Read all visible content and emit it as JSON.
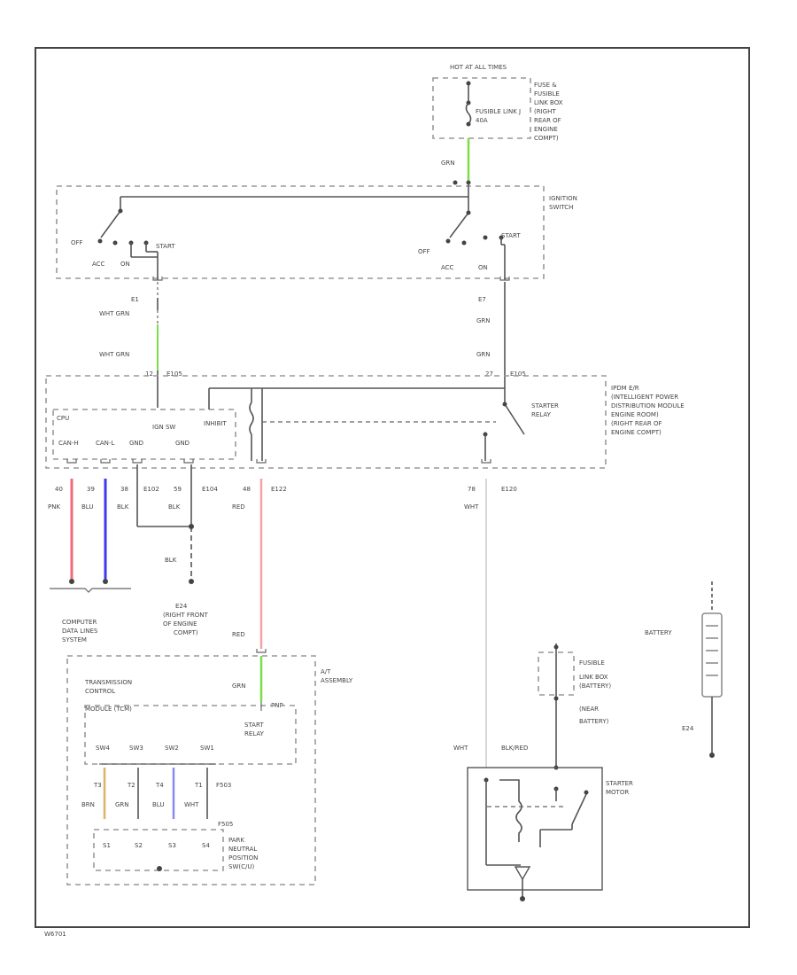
{
  "colors": {
    "grn": "#7ddc4a",
    "pnk": "#f26a7a",
    "blu": "#3a3af0",
    "red": "#f7a0a8",
    "brn": "#d9b46a",
    "blu2": "#8a8af0",
    "wht": "#d8d8d8",
    "line": "#555555"
  },
  "fuse_box": {
    "hot_at_all_times": "HOT AT ALL TIMES",
    "fusible_link": "FUSIBLE LINK J",
    "amp": "40A",
    "desc": [
      "FUSE &",
      "FUSIBLE",
      "LINK BOX",
      "(RIGHT",
      "REAR OF",
      "ENGINE",
      "COMPT)"
    ]
  },
  "wire_grn_top": "GRN",
  "ignition": {
    "title": [
      "IGNITION",
      "SWITCH"
    ],
    "off1": "OFF",
    "acc1": "ACC",
    "on1": "ON",
    "start1": "START",
    "off2": "OFF",
    "acc2": "ACC",
    "on2": "ON",
    "start2": "START"
  },
  "left_branch": {
    "pin_e1": "E1",
    "wht_grn_1": "WHT GRN",
    "wht_grn_2": "WHT GRN",
    "pin_12": "12",
    "conn": "E105"
  },
  "right_branch": {
    "pin_e7": "E7",
    "grn_1": "GRN",
    "grn_2": "GRN",
    "pin_27": "27",
    "conn": "E105"
  },
  "ipdm": {
    "desc": [
      "IPDM E/R",
      "(INTELLIGENT POWER",
      "DISTRIBUTION MODULE",
      "ENGINE ROOM)",
      "(RIGHT REAR OF",
      "ENGINE COMPT)"
    ],
    "cpu": "CPU",
    "can_h": "CAN-H",
    "can_l": "CAN-L",
    "gnd1": "GND",
    "gnd2": "GND",
    "ign_sw": "IGN SW",
    "inhibit": "INHIBIT",
    "starter_relay": [
      "STARTER",
      "RELAY"
    ]
  },
  "ipdm_pins": {
    "p40": "40",
    "p39": "39",
    "p38": "38",
    "e102": "E102",
    "p59": "59",
    "e104": "E104",
    "p48": "48",
    "e122": "E122",
    "p78": "78",
    "e120": "E120"
  },
  "wire_labels": {
    "pnk": "PNK",
    "blu": "BLU",
    "blk1": "BLK",
    "blk2": "BLK",
    "red": "RED",
    "wht": "WHT",
    "blk3": "BLK"
  },
  "computer_data": [
    "COMPUTER",
    "DATA LINES",
    "SYSTEM"
  ],
  "ground_e24": [
    "E24",
    "(RIGHT FRONT",
    "OF ENGINE",
    "COMPT)"
  ],
  "at_assembly": {
    "red": "RED",
    "grn": "GRN",
    "title": [
      "A/T",
      "ASSEMBLY"
    ],
    "tcm": [
      "TRANSMISSION",
      "CONTROL",
      "MODULE (TCM)"
    ],
    "pnp_pin": "PNP",
    "start_relay": [
      "START",
      "RELAY"
    ],
    "sw_labels": [
      "SW4",
      "SW3",
      "SW2",
      "SW1"
    ],
    "pins": [
      "T3",
      "T2",
      "T4",
      "T1"
    ],
    "conn": "F503",
    "wires": [
      "BRN",
      "GRN",
      "BLU",
      "WHT"
    ],
    "pnp_conn": "F505",
    "switch_labels": [
      "S1",
      "S2",
      "S3",
      "S4"
    ],
    "pnp_desc": [
      "PARK",
      "NEUTRAL",
      "POSITION",
      "SW(C/U)"
    ]
  },
  "fusible_battery": [
    "FUSIBLE",
    "LINK BOX",
    "(BATTERY)"
  ],
  "gear_battery": [
    "(NEAR",
    "BATTERY)"
  ],
  "battery": "BATTERY",
  "battery_ground": "E24",
  "starter_wires": {
    "wht": "WHT",
    "blk_red": "BLK/RED"
  },
  "starter_motor": [
    "STARTER",
    "MOTOR"
  ],
  "page_code": "W6701"
}
